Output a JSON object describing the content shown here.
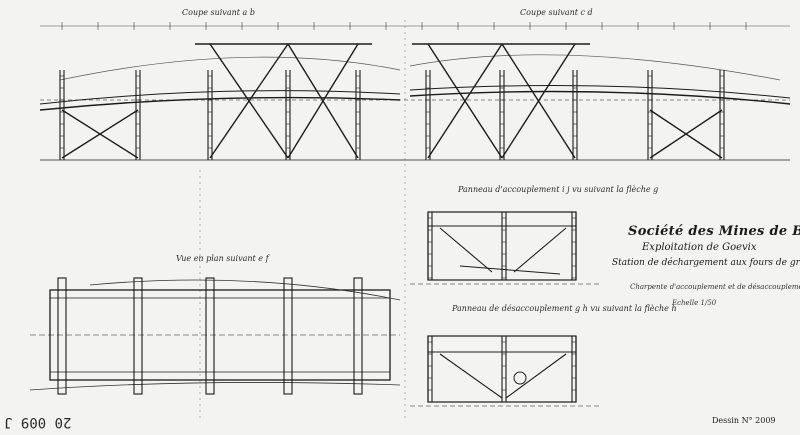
{
  "title_block": {
    "company": "Société des Mines de Bouaria",
    "exploitation": "Exploitation de Goevix",
    "station": "Station de déchargement aux fours de grillage",
    "subtitle": "Charpente d'accouplement et de désaccouplement",
    "scale": "Echelle 1/50"
  },
  "views": {
    "section_ab": "Coupe suivant a b",
    "section_cd": "Coupe suivant c d",
    "plan_view": "Vue en plan suivant e f",
    "coupling_panel": "Panneau d'accouplement i j vu suivant la flèche g",
    "uncoupling_panel": "Panneau de désaccouplement g h vu suivant la flèche h"
  },
  "drawing_number": "Dessin N° 2009",
  "archive_stamp": "20 009 J"
}
